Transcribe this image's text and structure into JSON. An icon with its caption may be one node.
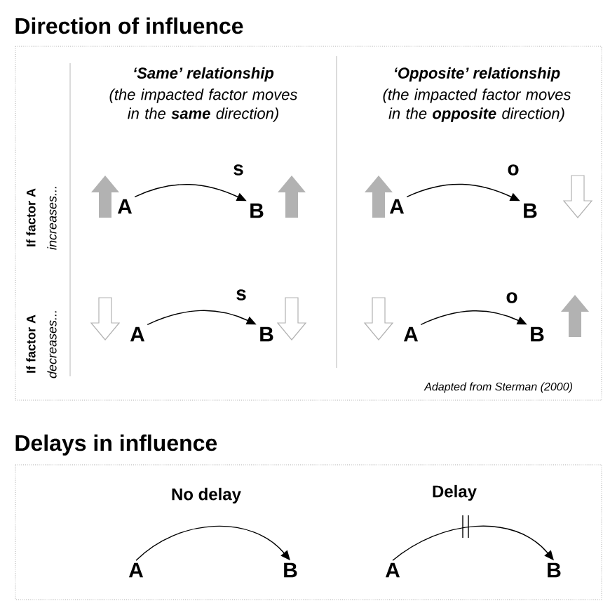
{
  "diagram": {
    "title": "Direction of influence",
    "nodes": [
      {
        "text": [
          "A"
        ]
      },
      {
        "text": [
          "B"
        ]
      },
      {
        "text": [
          "A"
        ]
      },
      {
        "text": [
          "B"
        ]
      },
      {
        "text": [
          "A"
        ]
      },
      {
        "text": [
          "B"
        ]
      },
      {
        "text": [
          "A"
        ]
      },
      {
        "text": [
          "B"
        ]
      },
      {
        "text": [
          "A"
        ]
      },
      {
        "text": [
          "B"
        ]
      },
      {
        "text": [
          "A"
        ]
      },
      {
        "text": [
          "B"
        ]
      }
    ],
    "edges": [
      {
        "from": 0,
        "to": 1,
        "arrow": "to",
        "label": "s"
      },
      {
        "from": 2,
        "to": 3,
        "arrow": "to",
        "label": "o"
      },
      {
        "from": 4,
        "to": 5,
        "arrow": "to",
        "label": "s"
      },
      {
        "from": 6,
        "to": 7,
        "arrow": "to",
        "label": "o"
      },
      {
        "from": 8,
        "to": 9,
        "arrow": "to"
      },
      {
        "from": 10,
        "to": 11,
        "arrow": "to"
      }
    ],
    "labels": [
      "‘Same’ relationship",
      "(the impacted factor moves in the **same** direction)",
      "‘Opposite’ relationship",
      "(the impacted factor moves in the **opposite** direction)",
      "If factor A",
      "increases...",
      "If factor A",
      "decreases...",
      "Adapted from Sterman (2000)",
      "Delays in influence",
      "No delay",
      "Delay"
    ]
  }
}
